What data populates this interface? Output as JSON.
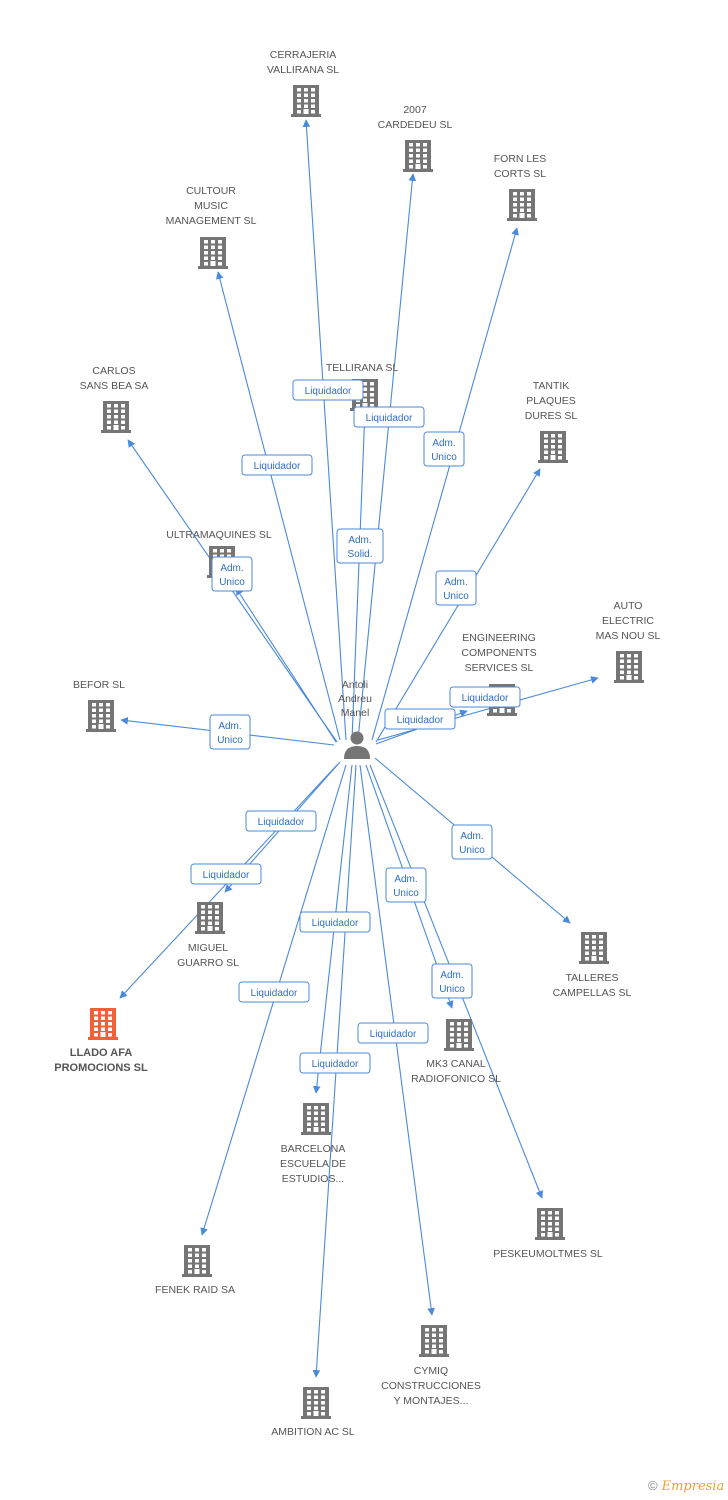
{
  "colors": {
    "edge": "#4a8ad8",
    "building": "#757575",
    "highlight": "#f2603a",
    "person": "#757575"
  },
  "center": {
    "label": [
      "Antoli",
      "Andreu",
      "Manel"
    ],
    "icon": "person-icon"
  },
  "nodes": [
    {
      "id": "cerrajeria",
      "label": [
        "CERRAJERIA",
        "VALLIRANA SL"
      ]
    },
    {
      "id": "cardedeu",
      "label": [
        "2007",
        "CARDEDEU  SL"
      ]
    },
    {
      "id": "forn",
      "label": [
        "FORN LES",
        "CORTS  SL"
      ]
    },
    {
      "id": "cultour",
      "label": [
        "CULTOUR",
        "MUSIC",
        "MANAGEMENT SL"
      ]
    },
    {
      "id": "tellirana",
      "label": [
        "TELLIRANA SL"
      ]
    },
    {
      "id": "carlos",
      "label": [
        "CARLOS",
        "SANS BEA SA"
      ]
    },
    {
      "id": "tantik",
      "label": [
        "TANTIK",
        "PLAQUES",
        "DURES SL"
      ]
    },
    {
      "id": "ultramaquines",
      "label": [
        "ULTRAMAQUINES SL"
      ]
    },
    {
      "id": "auto",
      "label": [
        "AUTO",
        "ELECTRIC",
        "MAS NOU SL"
      ]
    },
    {
      "id": "engineering",
      "label": [
        "ENGINEERING",
        "COMPONENTS",
        "SERVICES SL"
      ]
    },
    {
      "id": "befor",
      "label": [
        "BEFOR SL"
      ]
    },
    {
      "id": "talleres",
      "label": [
        "TALLERES",
        "CAMPELLAS SL"
      ]
    },
    {
      "id": "miguel",
      "label": [
        "MIGUEL",
        "GUARRO SL"
      ]
    },
    {
      "id": "llado",
      "label": [
        "LLADO AFA",
        "PROMOCIONS SL"
      ],
      "highlight": true
    },
    {
      "id": "mk3",
      "label": [
        "MK3 CANAL",
        "RADIOFONICO SL"
      ]
    },
    {
      "id": "barcelona",
      "label": [
        "BARCELONA",
        "ESCUELA DE",
        "ESTUDIOS..."
      ]
    },
    {
      "id": "peskeu",
      "label": [
        "PESKEUMOLTMES SL"
      ]
    },
    {
      "id": "fenek",
      "label": [
        "FENEK RAID SA"
      ]
    },
    {
      "id": "cymiq",
      "label": [
        "CYMIQ",
        "CONSTRUCCIONES",
        "Y MONTAJES..."
      ]
    },
    {
      "id": "ambition",
      "label": [
        "AMBITION AC SL"
      ]
    }
  ],
  "edges": [
    {
      "to": "cerrajeria",
      "label": [
        "Liquidador"
      ]
    },
    {
      "to": "cardedeu",
      "label": [
        "Liquidador"
      ]
    },
    {
      "to": "forn",
      "label": [
        "Adm.",
        "Unico"
      ]
    },
    {
      "to": "cultour",
      "label": [
        "Liquidador"
      ]
    },
    {
      "to": "tellirana",
      "label": [
        "Adm.",
        "Solid."
      ]
    },
    {
      "to": "carlos",
      "label": [
        "Liquidador"
      ]
    },
    {
      "to": "tantik",
      "label": [
        "Adm.",
        "Unico"
      ]
    },
    {
      "to": "ultramaquines",
      "label": [
        "Adm.",
        "Unico"
      ]
    },
    {
      "to": "auto",
      "label": [
        "Liquidador"
      ]
    },
    {
      "to": "engineering",
      "label": [
        "Liquidador"
      ]
    },
    {
      "to": "befor",
      "label": [
        "Adm.",
        "Unico"
      ]
    },
    {
      "to": "talleres",
      "label": [
        "Adm.",
        "Unico"
      ]
    },
    {
      "to": "miguel",
      "label": [
        "Liquidador"
      ]
    },
    {
      "to": "llado",
      "label": [
        "Liquidador"
      ]
    },
    {
      "to": "mk3",
      "label": [
        "Adm.",
        "Unico"
      ]
    },
    {
      "to": "barcelona",
      "label": [
        "Liquidador"
      ]
    },
    {
      "to": "peskeu",
      "label": [
        "Adm.",
        "Unico"
      ]
    },
    {
      "to": "fenek",
      "label": [
        "Liquidador"
      ]
    },
    {
      "to": "cymiq",
      "label": [
        "Liquidador"
      ]
    },
    {
      "to": "ambition",
      "label": [
        "Liquidador"
      ]
    }
  ],
  "footer": {
    "copyright": "©",
    "brand": "Empresia"
  }
}
